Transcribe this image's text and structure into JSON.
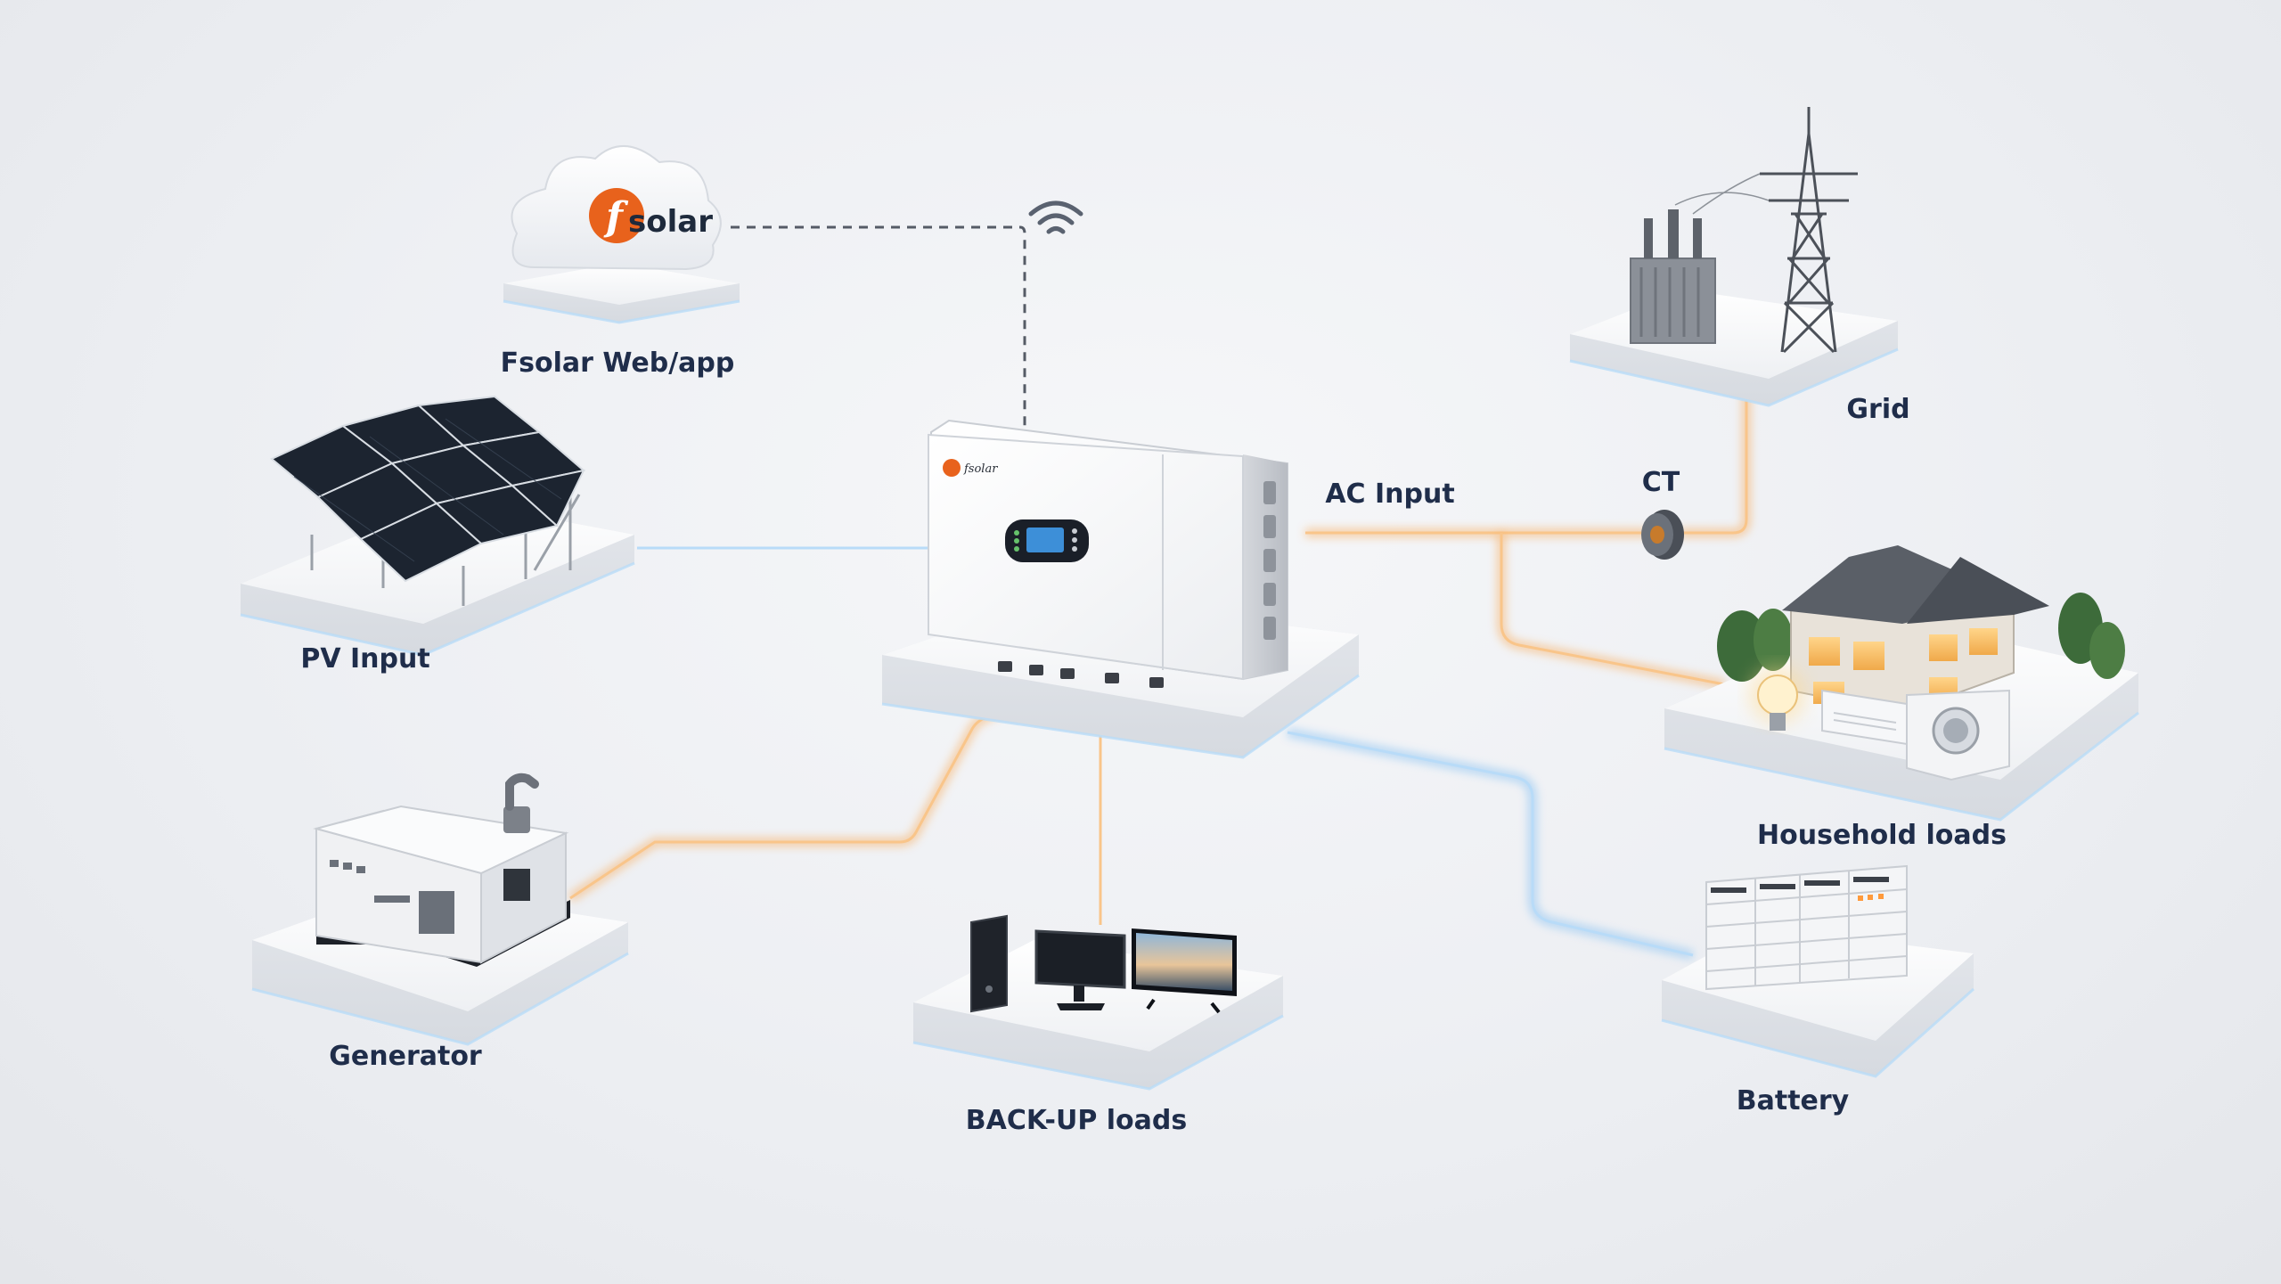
{
  "labels": {
    "web_app": "Fsolar Web/app",
    "pv_input": "PV Input",
    "generator": "Generator",
    "backup_loads": "BACK-UP loads",
    "grid": "Grid",
    "ct": "CT",
    "ac_input": "AC Input",
    "household_loads": "Household loads",
    "battery": "Battery"
  },
  "logos": {
    "cloud_logo": "solar",
    "inverter_brand": "fsolar"
  },
  "colors": {
    "ac_line": "#f7b26a",
    "dc_line": "#8cc3f2",
    "data_line": "#555b66",
    "label_text": "#1f2d4a",
    "brand_orange": "#e8621c"
  }
}
